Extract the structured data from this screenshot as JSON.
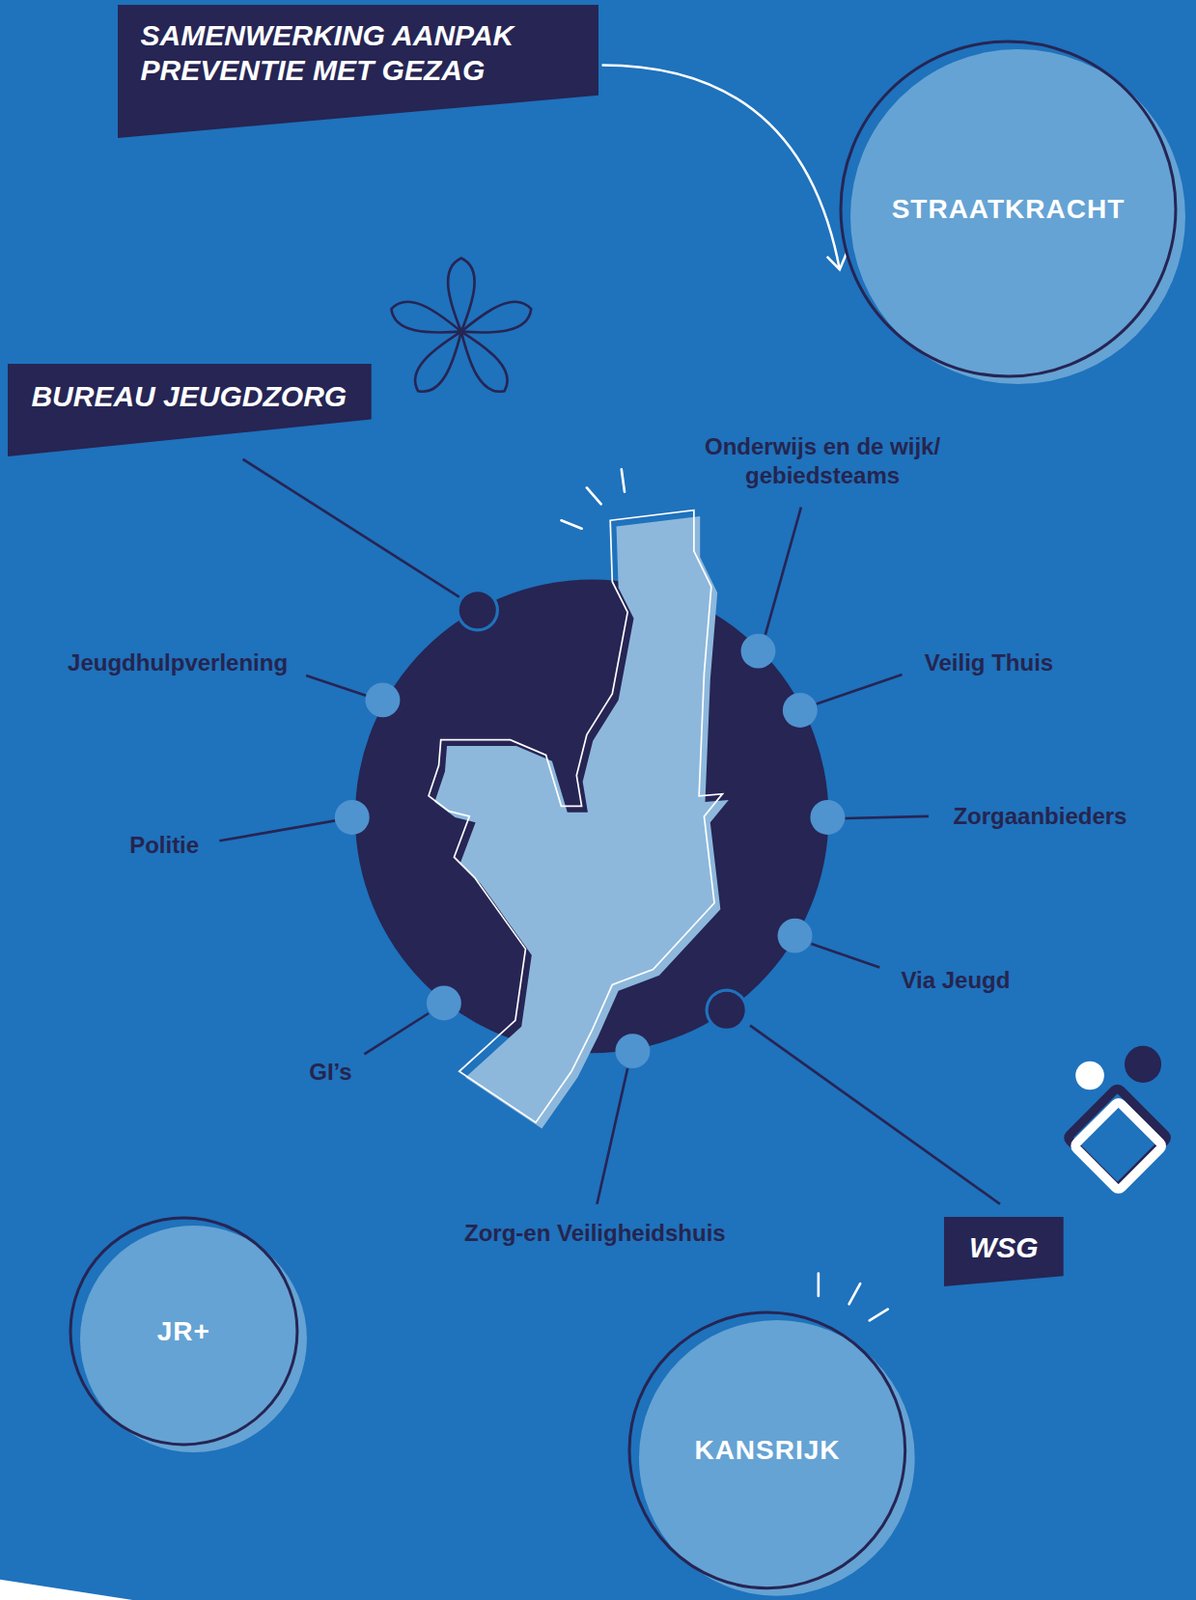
{
  "diagram": {
    "nodes": [
      {
        "text": [
          "SAMENWERKING AANPAK PREVENTIE MET GEZAG"
        ]
      },
      {
        "text": [
          "STRAATKRACHT"
        ]
      },
      {
        "text": [
          "BUREAU JEUGDZORG"
        ]
      },
      {
        "text": [
          "WSG"
        ]
      },
      {
        "text": [
          "JR+"
        ]
      },
      {
        "text": [
          "KANSRIJK"
        ]
      }
    ],
    "edges": [
      {
        "from": 0,
        "to": 1,
        "arrow": "to"
      }
    ],
    "labels": [
      "Onderwijs en de wijk/ gebiedsteams",
      "Jeugdhulpverlening",
      "Veilig Thuis",
      "Politie",
      "Zorgaanbieders",
      "Via Jeugd",
      "GI’s",
      "Zorg-en Veiligheidshuis"
    ]
  }
}
